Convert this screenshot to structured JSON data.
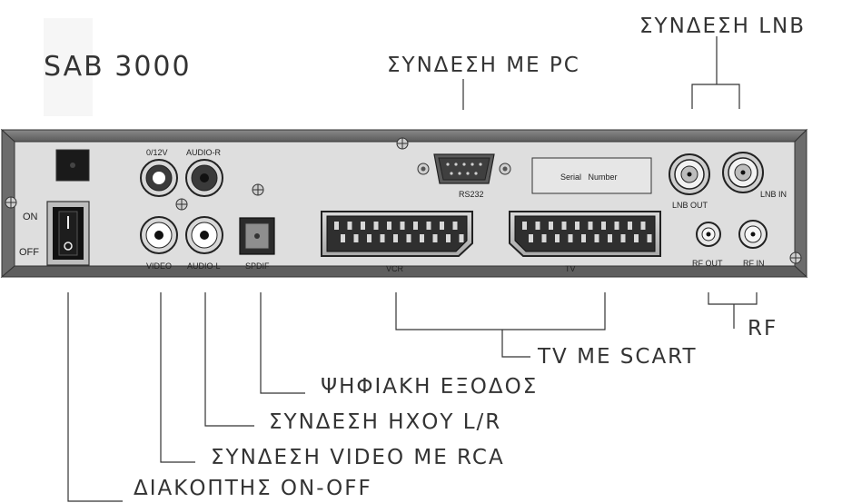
{
  "model": "SAB 3000",
  "panel_labels": {
    "on": "ON",
    "off": "OFF",
    "v012": "0/12V",
    "audio_r": "AUDIO-R",
    "video": "VIDEO",
    "audio_l": "AUDIO-L",
    "spdif": "SPDIF",
    "rs232": "RS232",
    "serial_number": "Serial   Number",
    "vcr": "VCR",
    "tv": "TV",
    "lnb_out": "LNB OUT",
    "lnb_in": "LNB IN",
    "rf_out": "RF OUT",
    "rf_in": "RF IN"
  },
  "callouts": {
    "lnb": "ΣΥΝΔΕΣΗ LNB",
    "pc": "ΣΥΝΔΕΣΗ ΜΕ PC",
    "rf": "RF",
    "scart": "TV ΜΕ SCART",
    "digital_out": "ΨΗΦΙΑΚΗ ΕΞΟΔΟΣ",
    "audio_lr": "ΣΥΝΔΕΣΗ ΗΧΟΥ L/R",
    "video_rca": "ΣΥΝΔΕΣΗ VIDEO ΜΕ RCA",
    "switch": "ΔΙΑΚΟΠΤΗΣ ON-OFF"
  }
}
